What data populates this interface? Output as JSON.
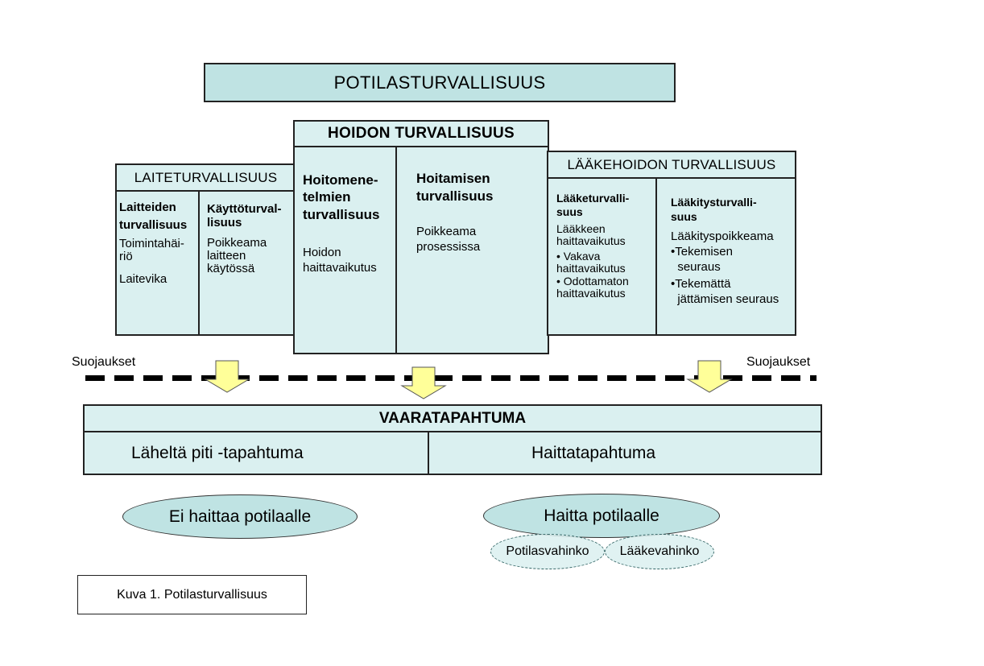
{
  "title": "POTILASTURVALLISUUS",
  "laite": {
    "header": "LAITETURVALLISUUS",
    "col1_title": "Laitteiden\nturvallisuus",
    "col1_item1": "Toimintahäi-\nriö",
    "col1_item2": "Laitevika",
    "col2_title": "Käyttöturval-\nlisuus",
    "col2_item1": "Poikkeama\nlaitteen\nkäytössä"
  },
  "hoidon": {
    "header": "HOIDON TURVALLISUUS",
    "col1_title": "Hoitomene-\ntelmien\nturvallisuus",
    "col1_item1": "Hoidon\nhaittavaikutus",
    "col2_title": "Hoitamisen\nturvallisuus",
    "col2_item1": "Poikkeama\nprosessissa"
  },
  "laake": {
    "header": "LÄÄKEHOIDON TURVALLISUUS",
    "col1_title": "Lääketurvalli-\nsuus",
    "col1_item1": "Lääkkeen\nhaittavaikutus",
    "col1_item2": "• Vakava\nhaittavaikutus",
    "col1_item3": "• Odottamaton\nhaittavaikutus",
    "col2_title": "Lääkitysturvalli-\nsuus",
    "col2_item1": "Lääkityspoikkeama",
    "col2_item2": "•Tekemisen\n  seuraus",
    "col2_item3": "•Tekemättä\n  jättämisen seuraus"
  },
  "suojaukset_left": "Suojaukset",
  "suojaukset_right": "Suojaukset",
  "vaara": {
    "header": "VAARATAPAHTUMA",
    "left": "Läheltä piti -tapahtuma",
    "right": "Haittatapahtuma"
  },
  "outcome_left": "Ei haittaa potilaalle",
  "outcome_right": "Haitta potilaalle",
  "sub_left": "Potilasvahinko",
  "sub_right": "Lääkevahinko",
  "caption": "Kuva 1. Potilasturvallisuus",
  "colors": {
    "box_fill": "#daf0f0",
    "header_fill": "#bfe3e3",
    "arrow_fill": "#ffff99"
  }
}
